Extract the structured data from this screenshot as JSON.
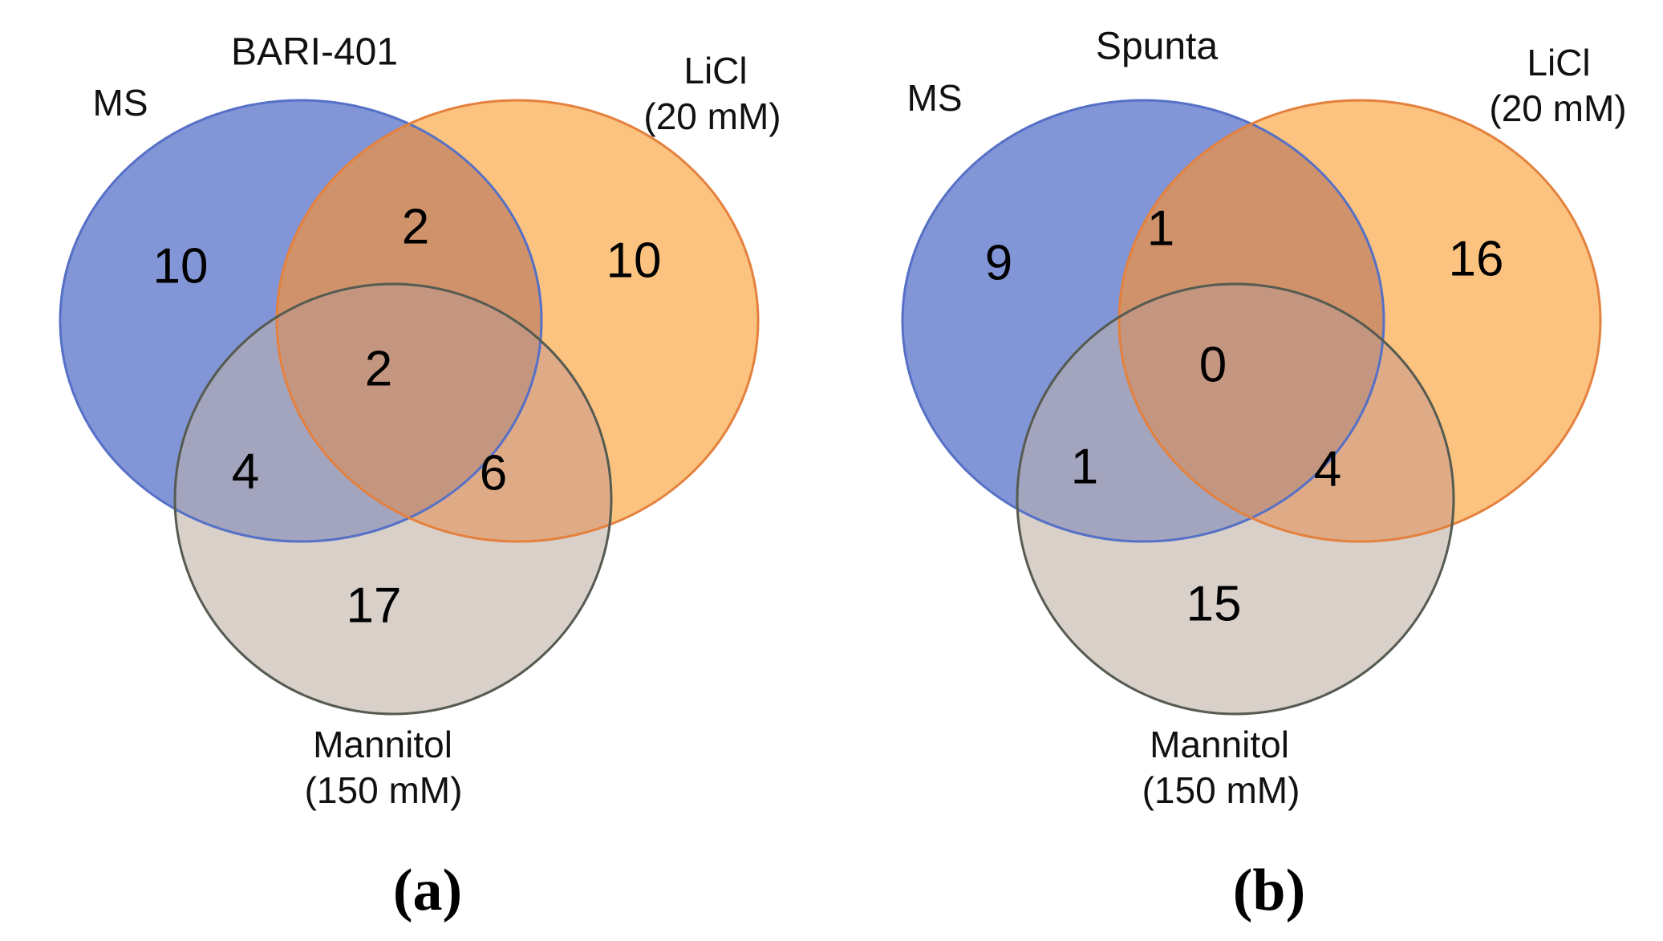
{
  "figure": {
    "set_labels": {
      "ms": "MS",
      "licl_line1": "LiCl",
      "licl_line2": "(20 mM)",
      "mannitol_line1": "Mannitol",
      "mannitol_line2": "(150 mM)"
    },
    "colors": {
      "ms_fill": "#8295D6",
      "licl_fill": "#FBC37F",
      "mannitol_fill": "#D8D0C9",
      "ms_licl_fill": "#CF926A",
      "ms_mannitol_fill": "#A3A4BD",
      "licl_mannitol_fill": "#DFAB86",
      "triple_fill": "#C4967F",
      "ms_stroke": "#5570C6",
      "licl_stroke": "#E4813E",
      "mannitol_stroke": "#555B51"
    },
    "panels": [
      {
        "panel_label": "(a)",
        "title": "BARI-401",
        "counts": {
          "ms_only": "10",
          "ms_licl": "2",
          "licl_only": "10",
          "ms_licl_mannitol": "2",
          "ms_mannitol": "4",
          "licl_mannitol": "6",
          "mannitol_only": "17"
        }
      },
      {
        "panel_label": "(b)",
        "title": "Spunta",
        "counts": {
          "ms_only": "9",
          "ms_licl": "1",
          "licl_only": "16",
          "ms_licl_mannitol": "0",
          "ms_mannitol": "1",
          "licl_mannitol": "4",
          "mannitol_only": "15"
        }
      }
    ]
  }
}
